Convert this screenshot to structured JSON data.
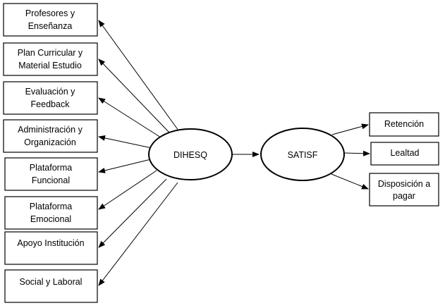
{
  "dimensions": [
    {
      "id": "profesores",
      "lines": [
        "Profesores y",
        "Enseñanza"
      ]
    },
    {
      "id": "plan",
      "lines": [
        "Plan Curricular y",
        "Material Estudio"
      ]
    },
    {
      "id": "evaluacion",
      "lines": [
        "Evaluación y",
        "Feedback"
      ]
    },
    {
      "id": "administracion",
      "lines": [
        "Administración y",
        "Organización"
      ]
    },
    {
      "id": "plataforma-funcional",
      "lines": [
        "Plataforma",
        "Funcional"
      ]
    },
    {
      "id": "plataforma-emocional",
      "lines": [
        "Plataforma",
        "Emocional"
      ]
    },
    {
      "id": "apoyo",
      "lines": [
        "Apoyo Institución"
      ]
    },
    {
      "id": "social",
      "lines": [
        "Social y Laboral"
      ]
    }
  ],
  "constructs": {
    "dihesq": "DIHESQ",
    "satisf": "SATISF"
  },
  "outcomes": [
    {
      "id": "retencion",
      "lines": [
        "Retención"
      ]
    },
    {
      "id": "lealtad",
      "lines": [
        "Lealtad"
      ]
    },
    {
      "id": "disposicion",
      "lines": [
        "Disposición a",
        "pagar"
      ]
    }
  ]
}
